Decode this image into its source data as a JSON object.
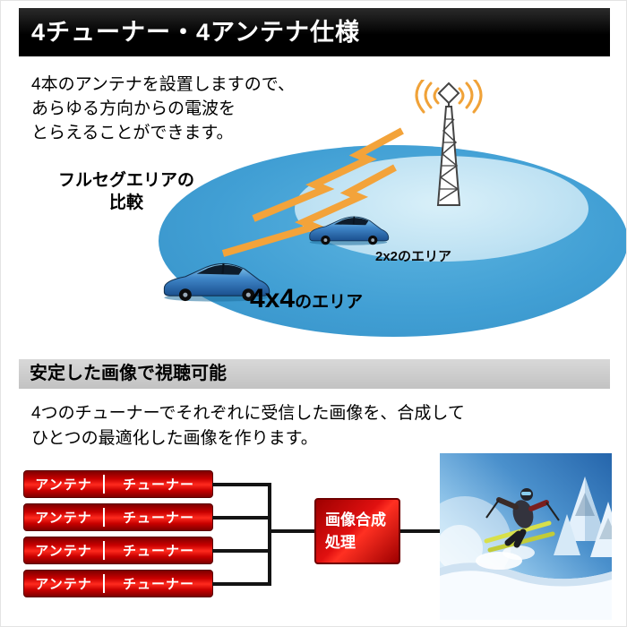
{
  "header": {
    "title": "4チューナー・4アンテナ仕様"
  },
  "intro": {
    "lines": [
      "4本のアンテナを設置しますので、",
      "あらゆる方向からの電波を",
      "とらえることができます。"
    ]
  },
  "area_diagram": {
    "compare_line1": "フルセグエリアの",
    "compare_line2": "比較",
    "area_2x2_label": "2x2のエリア",
    "area_4x4_number": "4x4",
    "area_4x4_suffix": "のエリア"
  },
  "section": {
    "title": "安定した画像で視聴可能"
  },
  "description": {
    "lines": [
      "4つのチューナーでそれぞれに受信した画像を、合成して",
      "ひとつの最適化した画像を作ります。"
    ]
  },
  "flow": {
    "antenna_label": "アンテナ",
    "tuner_label": "チューナー",
    "process_line1": "画像合成",
    "process_line2": "処理"
  },
  "colors": {
    "banner_black": "#000000",
    "banner_gray": "#c9c9c9",
    "area_blue": "#419fd4",
    "inner_area_blue": "#bfe2f3",
    "bolt_orange": "#f3a33a",
    "bar_red": "#d40000"
  }
}
